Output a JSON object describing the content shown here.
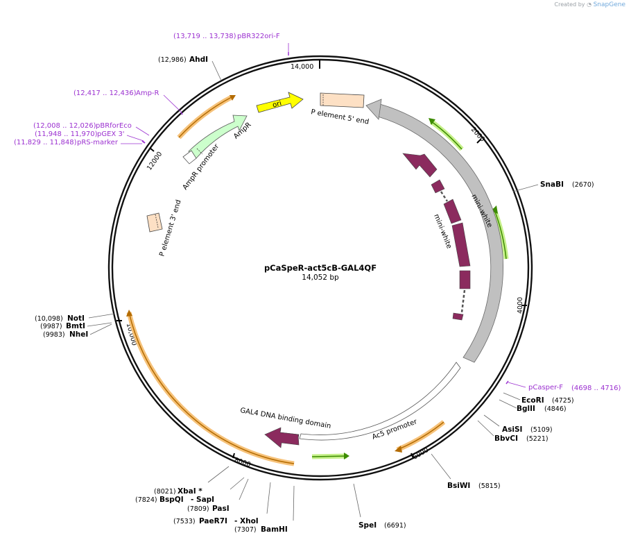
{
  "watermark": {
    "prefix": "Created by",
    "brand": "SnapGene"
  },
  "plasmid": {
    "name": "pCaSpeR-act5cB-GAL4QF",
    "size_label": "14,052 bp"
  },
  "ticks": [
    "14,000",
    "2000",
    "4000",
    "6000",
    "8000",
    "10,000",
    "12000"
  ],
  "sites": [
    {
      "name": "AhdI",
      "pos": "(12,986)"
    },
    {
      "name": "SnaBI",
      "pos": "(2670)"
    },
    {
      "name": "EcoRI",
      "pos": "(4725)"
    },
    {
      "name": "BglII",
      "pos": "(4846)"
    },
    {
      "name": "AsiSI",
      "pos": "(5109)"
    },
    {
      "name": "BbvCI",
      "pos": "(5221)"
    },
    {
      "name": "BsiWI",
      "pos": "(5815)"
    },
    {
      "name": "SpeI",
      "pos": "(6691)"
    },
    {
      "name": "BamHI",
      "pos": "(7307)"
    },
    {
      "name": "PaeR7I",
      "pos": "(7533)"
    },
    {
      "name": "- XhoI",
      "pos": ""
    },
    {
      "name": "PasI",
      "pos": "(7809)"
    },
    {
      "name": "BspQI",
      "pos": "(7824)"
    },
    {
      "name": "- SapI",
      "pos": ""
    },
    {
      "name": "XbaI *",
      "pos": "(8021)"
    },
    {
      "name": "NheI",
      "pos": "(9983)"
    },
    {
      "name": "BmtI",
      "pos": "(9987)"
    },
    {
      "name": "NotI",
      "pos": "(10,098)"
    }
  ],
  "primers": [
    {
      "range": "(13,719 .. 13,738)",
      "name": "pBR322ori-F"
    },
    {
      "range": "(12,417 .. 12,436)",
      "name": "Amp-R"
    },
    {
      "range": "(12,008 .. 12,026)",
      "name": "pBRforEco"
    },
    {
      "range": "(11,948 .. 11,970)",
      "name": "pGEX 3'"
    },
    {
      "range": "(11,829 .. 11,848)",
      "name": "pRS-marker"
    },
    {
      "range": "(4698 .. 4716)",
      "name": "pCasper-F"
    }
  ],
  "features": {
    "ori": "ori",
    "p5": "P element 5' end",
    "minis_outer": "mini-white",
    "minis_inner": "mini-white",
    "ampr": "AmpR",
    "ampr_promoter": "AmpR promoter",
    "p3": "P element 3' end",
    "gal4": "GAL4 DNA binding domain",
    "ac5": "Ac5 promoter"
  },
  "colors": {
    "primer": "#9b30d0",
    "ori": "#ffff00",
    "p_element": "#fde0c4",
    "mini_white_outer": "#c0c0c0",
    "mini_white_exon": "#8b2b5e",
    "ampr": "#ccffcc",
    "gal4": "#8b2b5e",
    "orange_arrow": "#f6c27a",
    "green_arrow": "#c6f08a"
  }
}
